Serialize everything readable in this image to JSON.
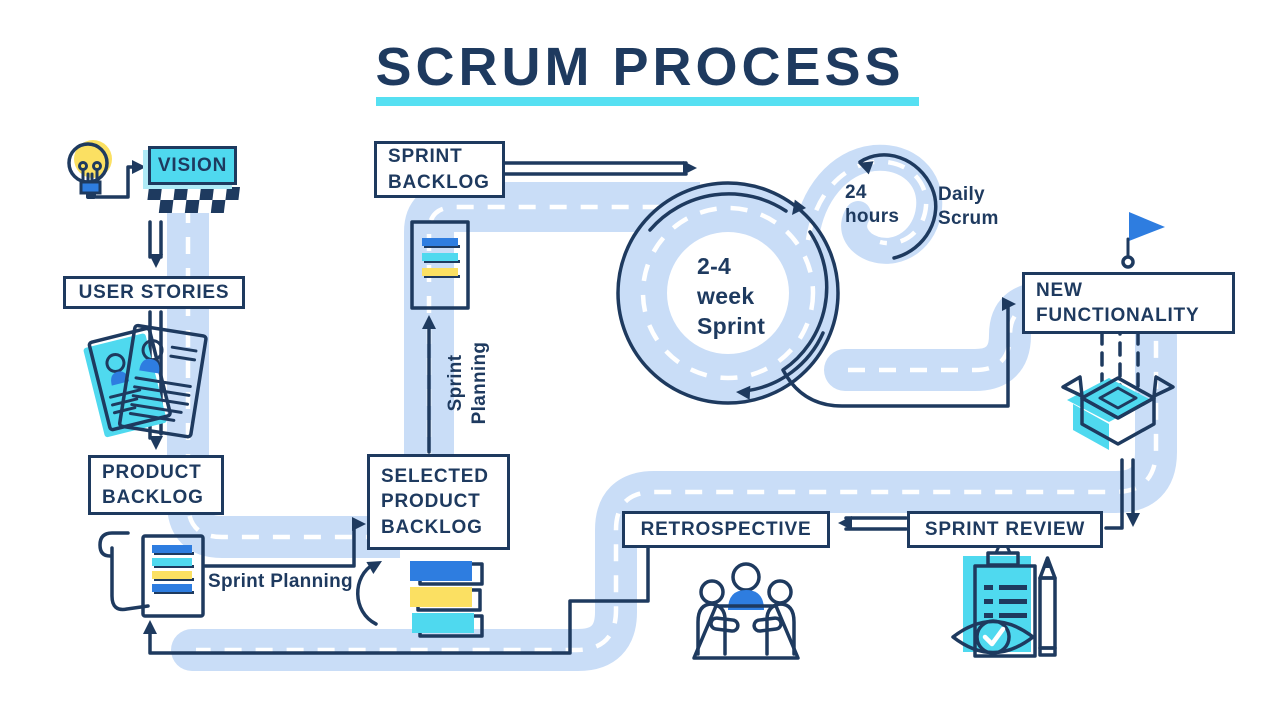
{
  "title": {
    "text": "SCRUM PROCESS"
  },
  "colors": {
    "navy": "#1e3a5f",
    "cyan": "#4fd9ef",
    "blue": "#2e7de0",
    "yellow": "#fbe062",
    "road": "#c9ddf7",
    "underline": "#56e0f2"
  },
  "nodes": {
    "vision": {
      "label": "VISION"
    },
    "user_stories": {
      "label": "USER STORIES"
    },
    "product_backlog": {
      "label": "PRODUCT BACKLOG"
    },
    "sprint_backlog": {
      "label": "SPRINT BACKLOG"
    },
    "selected_product_backlog": {
      "label": "SELECTED PRODUCT BACKLOG"
    },
    "new_functionality": {
      "label": "NEW FUNCTIONALITY"
    },
    "retrospective": {
      "label": "RETROSPECTIVE"
    },
    "sprint_review": {
      "label": "SPRINT REVIEW"
    }
  },
  "labels": {
    "sprint_planning_road": "Sprint Planning",
    "sprint_planning_vertical": "Sprint Planning",
    "sprint_duration": "2-4 week Sprint",
    "daily_loop_duration": "24 hours",
    "daily_scrum": "Daily Scrum"
  },
  "icons": {
    "idea": "lightbulb-icon",
    "start_line": "checkered-flag-icon",
    "user_stories": "story-cards-icon",
    "product_backlog": "scroll-document-icon",
    "sprint_backlog": "backlog-card-icon",
    "selected_backlog": "stacked-bars-icon",
    "goal": "flag-icon",
    "release": "open-box-icon",
    "retrospective_meeting": "meeting-table-icon",
    "sprint_review": "clipboard-eye-pencil-icon"
  }
}
